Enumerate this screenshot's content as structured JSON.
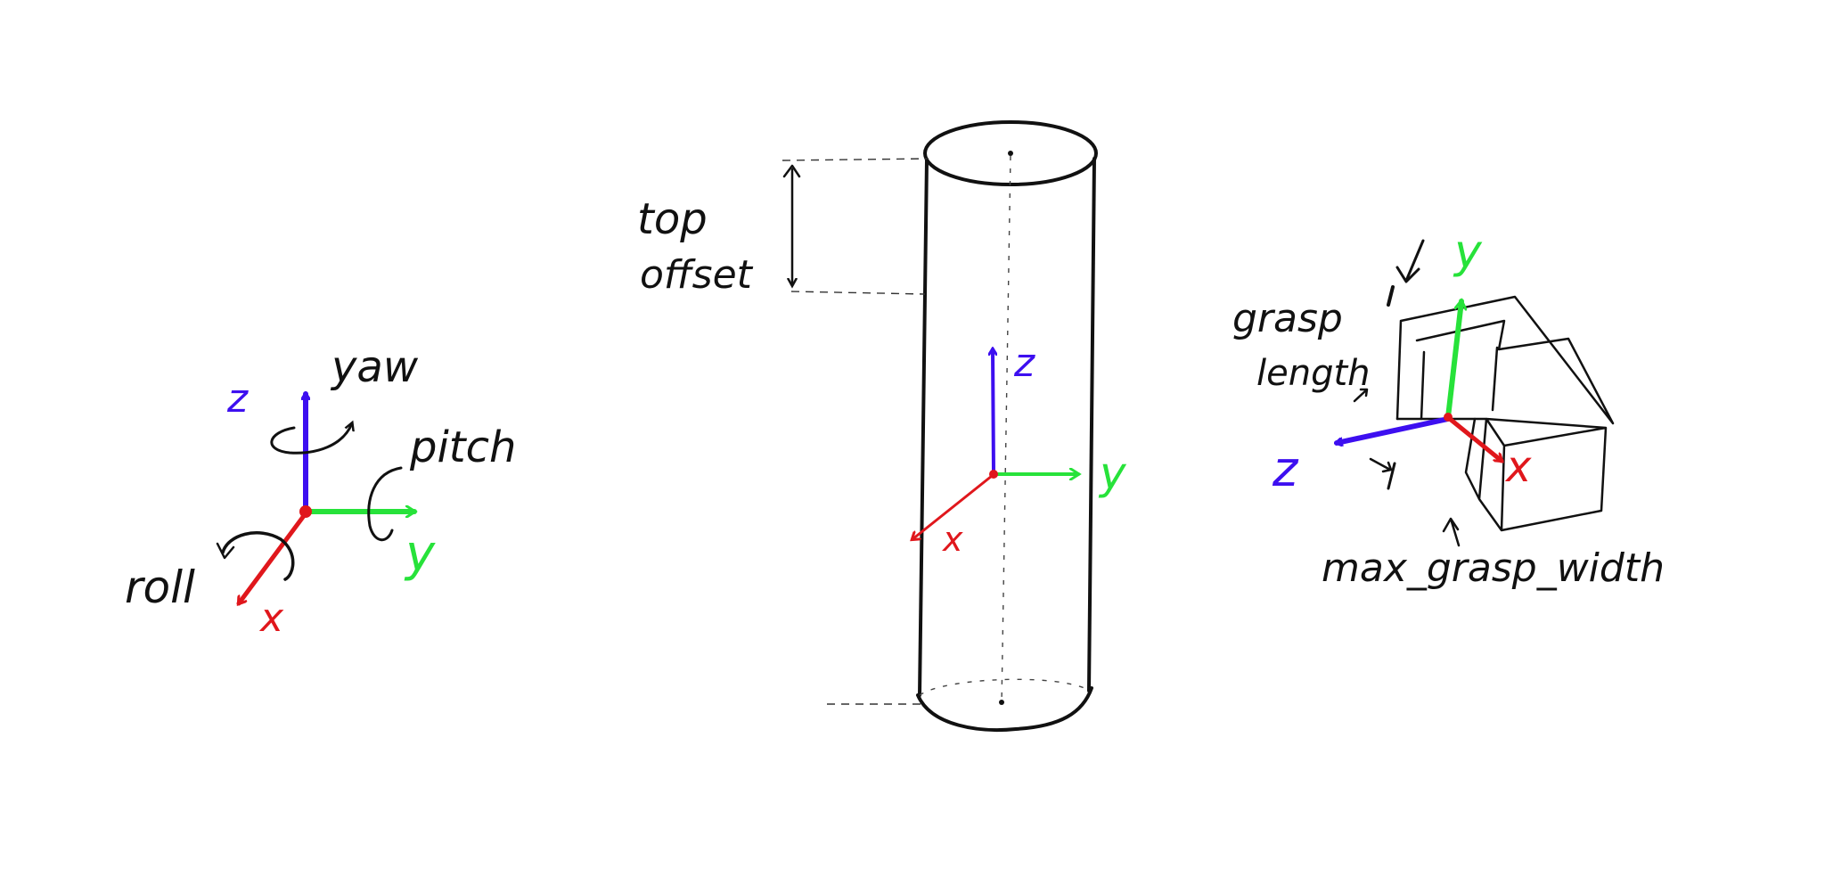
{
  "colors": {
    "x_axis": "#e0171c",
    "y_axis": "#27e23a",
    "z_axis": "#3d0ff0",
    "ink": "#111111",
    "background": "#ffffff"
  },
  "left_frame": {
    "z": "z",
    "y": "y",
    "x": "x",
    "yaw": "yaw",
    "pitch": "pitch",
    "roll": "roll"
  },
  "cylinder": {
    "z": "z",
    "y": "y",
    "x": "x",
    "top_offset_line1": "top",
    "top_offset_line2": "offset"
  },
  "gripper": {
    "z": "z",
    "y": "y",
    "x": "x",
    "grasp_length_line1": "grasp",
    "grasp_length_line2": "length",
    "max_grasp_width": "max_grasp_width"
  }
}
